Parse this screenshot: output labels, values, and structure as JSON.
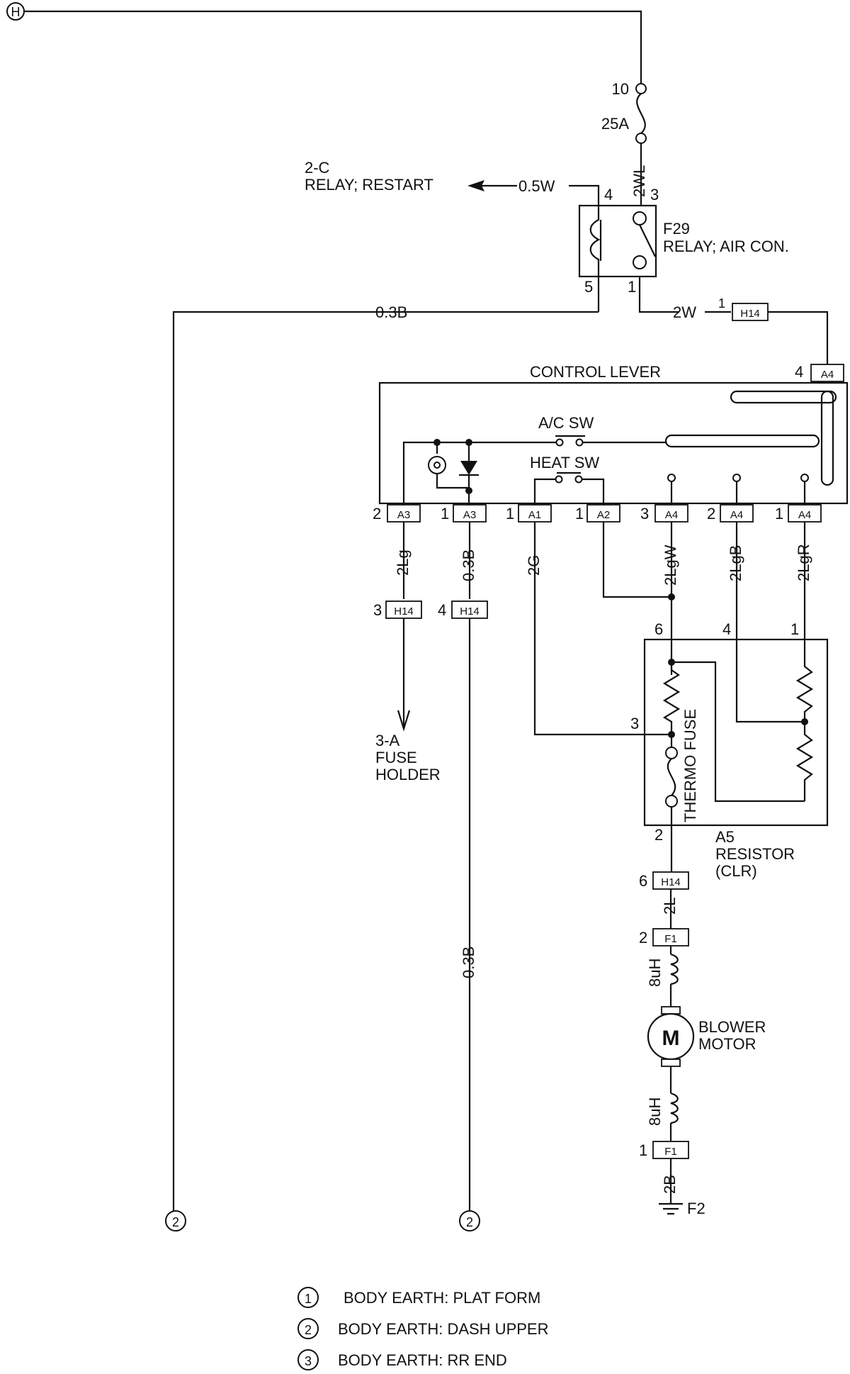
{
  "header": {
    "connector_label": "H",
    "fuse_no": "10",
    "fuse_rating": "25A",
    "wire_main": "2WL"
  },
  "relay_ref": {
    "page": "2-C",
    "name": "RELAY; RESTART",
    "wire": "0.5W"
  },
  "relay": {
    "id": "F29",
    "name": "RELAY; AIR CON.",
    "pin4": "4",
    "pin3": "3",
    "pin5": "5",
    "pin1": "1"
  },
  "wires": {
    "ground_left": "0.3B",
    "relay_out": "2W",
    "a3_2": "2Lg",
    "a3_1": "0.3B",
    "a1": "2G",
    "a4_3": "2LgW",
    "a4_2": "2LgB",
    "a4_1": "2LgR",
    "ground_mid": "0.3B",
    "resistor_out": "2L",
    "motor_ground": "2B"
  },
  "connectors": {
    "h14": "H14",
    "a4": "A4",
    "a3": "A3",
    "a1": "A1",
    "a2": "A2",
    "f1": "F1",
    "h14_pin1": "1",
    "h14_pin3": "3",
    "h14_pin4": "4",
    "h14_pin6": "6",
    "a4_top_pin": "4",
    "a3_pin2": "2",
    "a3_pin1": "1",
    "a1_pin1": "1",
    "a2_pin1": "1",
    "a4_pin3": "3",
    "a4_pin2": "2",
    "a4_pin1": "1",
    "f1_pin2": "2",
    "f1_pin1": "1"
  },
  "control_lever": {
    "title": "CONTROL LEVER",
    "ac_sw": "A/C SW",
    "heat_sw": "HEAT SW"
  },
  "fuse_holder_ref": {
    "page": "3-A",
    "line1": "FUSE",
    "line2": "HOLDER"
  },
  "resistor": {
    "id": "A5",
    "name": "RESISTOR",
    "sub": "(CLR)",
    "thermo": "THERMO FUSE",
    "pin6": "6",
    "pin4": "4",
    "pin1": "1",
    "pin3": "3",
    "pin2": "2"
  },
  "motor": {
    "symbol": "M",
    "line1": "BLOWER",
    "line2": "MOTOR",
    "inductor": "8uH"
  },
  "grounds": {
    "left": "2",
    "mid": "2",
    "f2": "F2"
  },
  "legend": [
    {
      "num": "1",
      "text": "BODY EARTH: PLAT FORM"
    },
    {
      "num": "2",
      "text": "BODY EARTH: DASH UPPER"
    },
    {
      "num": "3",
      "text": "BODY EARTH: RR END"
    }
  ]
}
